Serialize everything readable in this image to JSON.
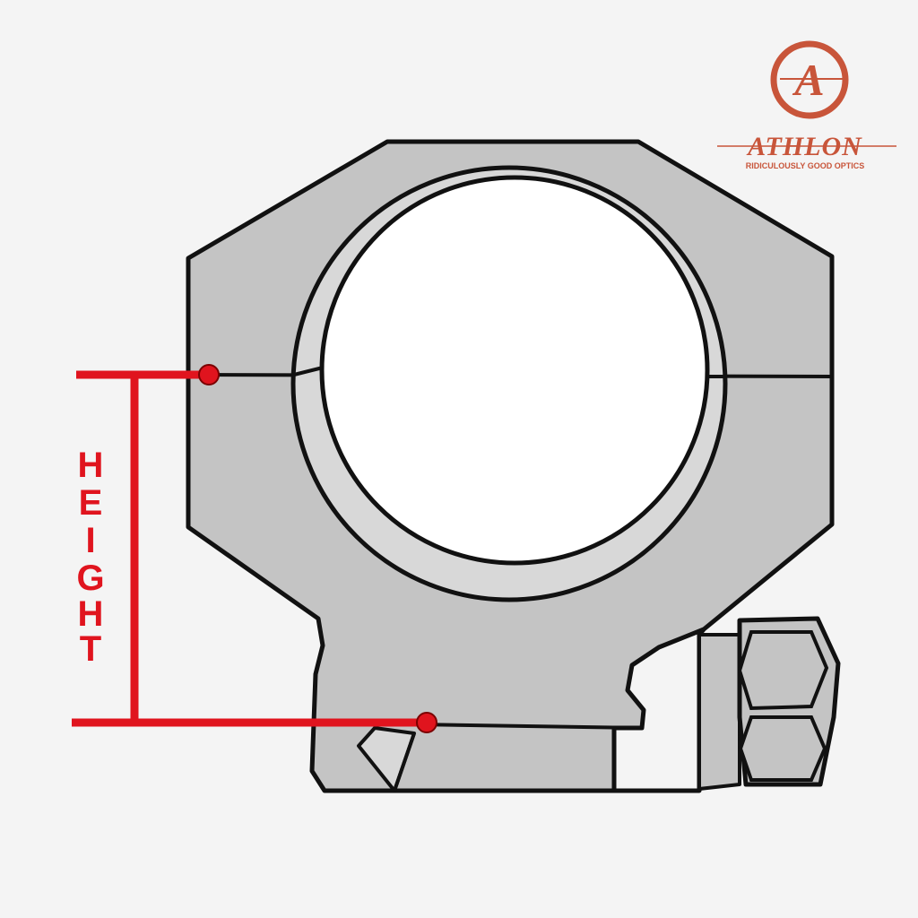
{
  "label": {
    "text": "HEIGHT",
    "letters": [
      "H",
      "E",
      "I",
      "G",
      "H",
      "T"
    ]
  },
  "logo": {
    "name": "ATHLON",
    "tagline": "RIDICULOUSLY GOOD OPTICS",
    "monogram": "A"
  },
  "colors": {
    "background": "#f4f4f4",
    "body": "#c4c4c4",
    "recess": "#d8d8d8",
    "measure": "#e0141e",
    "logo": "#c8553a",
    "outline": "#111111"
  }
}
